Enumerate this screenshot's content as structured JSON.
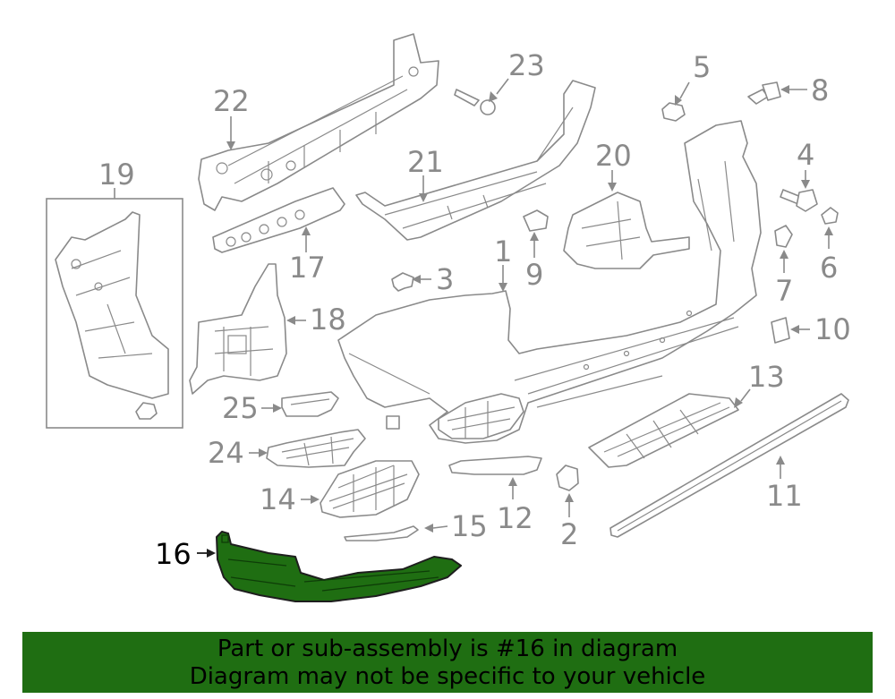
{
  "diagram": {
    "highlight_label": "16",
    "labels": [
      "1",
      "2",
      "3",
      "4",
      "5",
      "6",
      "7",
      "8",
      "9",
      "10",
      "11",
      "12",
      "13",
      "14",
      "15",
      "17",
      "18",
      "19",
      "20",
      "21",
      "22",
      "23",
      "24",
      "25"
    ],
    "colors": {
      "highlight": "#1f6e12",
      "line": "#8a8a8a"
    }
  },
  "banner": {
    "line1": "Part or sub-assembly is #16 in diagram",
    "line2": "Diagram may not be specific to your vehicle"
  }
}
